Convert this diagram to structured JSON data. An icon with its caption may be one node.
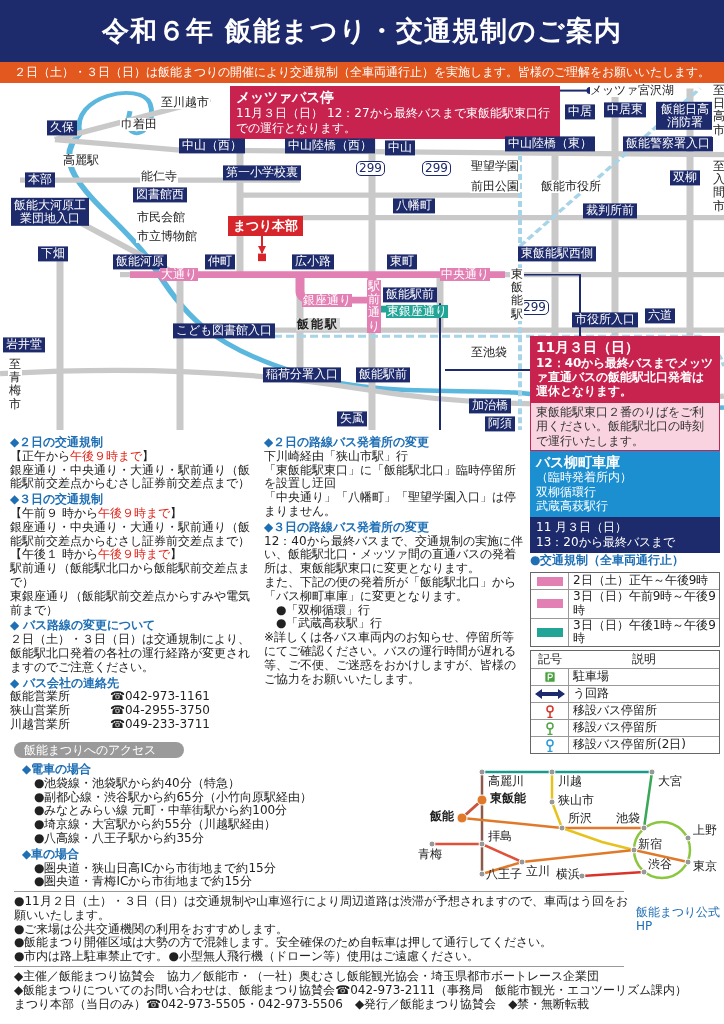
{
  "diagram": {
    "title": "令和６年 飯能まつり・交通規制のご案内",
    "nodes": [
      {
        "text": [
          "２日（土）・３日（日）は飯能まつりの開催により交通規制（全車両通行止）を実施します。皆様のご理解をお願いいたします。"
        ]
      },
      {
        "text": [
          "メッツァバス停",
          "11月３日（日） 12：27から最終バスまで東飯能駅東口行での運行となります。"
        ]
      },
      {
        "text": [
          "メッツァ宮沢湖"
        ]
      },
      {
        "text": [
          "まつり本部"
        ]
      },
      {
        "text": [
          "11月３日（日）",
          "12：40から最終バスまでメッツァ直通バスの飯能駅北口発着は運休となります。"
        ]
      },
      {
        "text": [
          "東飯能駅東口２番のりばをご利用ください。飯能駅北口の時刻で運行いたします。"
        ]
      },
      {
        "text": [
          "バス柳町車庫",
          "（臨時発着所内）",
          "双柳循環行",
          "武蔵高萩駅行"
        ]
      },
      {
        "text": [
          "11 月３日（日）",
          "13：20から最終バスまで"
        ]
      },
      {
        "text": [
          "久保"
        ]
      },
      {
        "text": [
          "本部"
        ]
      },
      {
        "text": [
          "飯能大河原工業団地入口"
        ]
      },
      {
        "text": [
          "下畑"
        ]
      },
      {
        "text": [
          "中山（西）"
        ]
      },
      {
        "text": [
          "図書館西"
        ]
      },
      {
        "text": [
          "第一小学校裏"
        ]
      },
      {
        "text": [
          "中山陸橋（西）"
        ]
      },
      {
        "text": [
          "中山"
        ]
      },
      {
        "text": [
          "中居"
        ]
      },
      {
        "text": [
          "中居東"
        ]
      },
      {
        "text": [
          "飯能日高消防署"
        ]
      },
      {
        "text": [
          "中山陸橋（東）"
        ]
      },
      {
        "text": [
          "飯能警察署入口"
        ]
      },
      {
        "text": [
          "双柳"
        ]
      },
      {
        "text": [
          "八幡町"
        ]
      },
      {
        "text": [
          "裁判所前"
        ]
      },
      {
        "text": [
          "飯能河原"
        ]
      },
      {
        "text": [
          "仲町"
        ]
      },
      {
        "text": [
          "広小路"
        ]
      },
      {
        "text": [
          "東町"
        ]
      },
      {
        "text": [
          "東飯能駅西側"
        ]
      },
      {
        "text": [
          "飯能駅前"
        ]
      },
      {
        "text": [
          "市役所入口"
        ]
      },
      {
        "text": [
          "六道"
        ]
      },
      {
        "text": [
          "岩井堂"
        ]
      },
      {
        "text": [
          "こども図書館入口"
        ]
      },
      {
        "text": [
          "稲荷分署入口"
        ]
      },
      {
        "text": [
          "飯能駅前"
        ]
      },
      {
        "text": [
          "加治橋"
        ]
      },
      {
        "text": [
          "矢颪"
        ]
      },
      {
        "text": [
          "阿須"
        ]
      },
      {
        "text": [
          "飯能まつりへのアクセス"
        ]
      }
    ],
    "edges": [
      {
        "from": 1,
        "to": 2,
        "arrow": "other"
      },
      {
        "from": 3,
        "to": null,
        "arrow": "to",
        "color": "#d7262b"
      },
      {
        "from": 4,
        "to": null,
        "arrow": "none"
      }
    ],
    "labels": [
      "至川越市",
      "巾着田",
      "高麗駅",
      "能仁寺",
      "市民会館",
      "市立博物館",
      "聖望学園",
      "前田公園",
      "飯能市役所",
      "299",
      "299",
      "299",
      "大通り",
      "中央通り",
      "駅前通り",
      "銀座通り",
      "東銀座通り",
      "飯能駅",
      "東飯能駅",
      "至入間市",
      "至日高市",
      "至青梅市",
      "至池袋",
      "◆２日の交通規制",
      "【正午から**午後９時まで**】",
      "銀座通り・中央通り・大通り・駅前通り（飯能駅前交差点からむさし証券前交差点まで）",
      "◆３日の交通規制",
      "【午前９ 時から**午後９時まで**】",
      "銀座通り・中央通り・大通り・駅前通り（飯能駅前交差点からむさし証券前交差点まで）",
      "【午後１ 時から**午後９時まで**】",
      "駅前通り（飯能駅北口から飯能駅前交差点まで）",
      "東銀座通り（飯能駅前交差点からすみや電気前まで）",
      "◆ バス路線の変更について",
      "２日（土）・３日（日）は交通規制により、飯能駅北口発着の各社の運行経路が変更されますのでご注意ください。",
      "◆２日の路線バス発着所の変更",
      "下川崎経由「狭山市駅」行",
      "「東飯能駅東口」に「飯能駅北口」臨時停留所を設置し迂回",
      "「中央通り」「八幡町」「聖望学園入口」は停まりません。",
      "◆３日の路線バス発着所の変更",
      "12：40から最終バスまで、交通規制の実施に伴い、飯能駅北口・メッツァ間の直通バスの発着所は、東飯能駅東口に変更となります。",
      "また、下記の便の発着所が「飯能駅北口」から「バス柳町車庫」に変更となります。",
      "●「双柳循環」行",
      "●「武蔵高萩駅」行",
      "※詳しくは各バス車両内のお知らせ、停留所等にてご確認ください。バスの運行時間が遅れる等、ご不便、ご迷惑をおかけしますが、皆様のご協力をお願いいたします。",
      "◆ バス会社の連絡先",
      "飯能営業所",
      "☎042-973-1161",
      "狭山営業所",
      "☎04-2955-3750",
      "川越営業所",
      "☎049-233-3711",
      "●交通規制（全車両通行止）",
      "記号",
      "説明",
      "◆電車の場合",
      "●池袋線・池袋駅から約40分（特急）",
      "●副都心線・渋谷駅から約65分（小竹向原駅経由）",
      "●みなとみらい線 元町・中華街駅から約100分",
      "●埼京線・大宮駅から約55分（川越駅経由）",
      "●八高線・八王子駅から約35分",
      "◆車の場合",
      "●圏央道・狭山日高ICから市街地まで約15分",
      "●圏央道・青梅ICから市街地まで約15分",
      "高麗川",
      "川越",
      "大宮",
      "東飯能",
      "飯能",
      "狭山市",
      "所沢",
      "池袋",
      "青梅",
      "拝島",
      "立川",
      "新宿",
      "八王子",
      "渋谷",
      "東京",
      "上野",
      "横浜",
      "●11月２日（土）・３日（日）は交通規制や山車巡行により周辺道路は渋滞が予想されますので、車両はう回をお願いいたします。",
      "●ご来場は公共交通機関の利用をおすすめします。",
      "●飯能まつり開催区域は大勢の方で混雑します。安全確保のため自転車は押して通行してください。",
      "●市内は路上駐車禁止です。●小型無人飛行機（ドローン等）使用はご遠慮ください。",
      "飯能まつり公式HP",
      "◆主催／飯能まつり協賛会　協力／飯能市・（一社）奥むさし飯能観光協会・埼玉県都市ボートレース企業団",
      "◆飯能まつりについてのお問い合わせは、飯能まつり協賛会☎042-973-2111（事務局　飯能市観光・エコツーリズム課内）",
      "まつり本部（当日のみ）☎042-973-5505・042-973-5506　◆発行／飯能まつり協賛会　◆禁・無断転載"
    ],
    "legend": [
      {
        "text": "2日（土）正午～午後9時",
        "color": "#e27fb3"
      },
      {
        "text": "3日（日）午前9時～午後9時",
        "color": "#e27fb3"
      },
      {
        "text": "3日（日）午後1時～午後9時",
        "color": "#22a596"
      },
      {
        "text": "駐車場"
      },
      {
        "text": "う回路"
      },
      {
        "text": "移設バス停留所"
      },
      {
        "text": "移設バス停留所"
      },
      {
        "text": "移設バス停留所(2日)"
      }
    ]
  }
}
